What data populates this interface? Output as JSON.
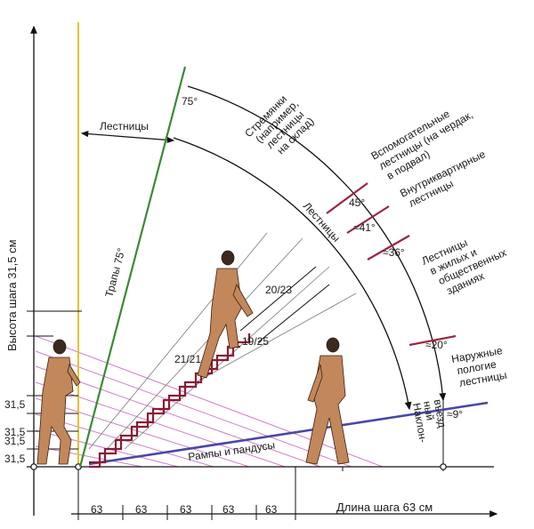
{
  "diagram": {
    "axes": {
      "y_label": "Высота шага 31,5 см",
      "x_label": "Длина шага 63 см",
      "x_ticks": [
        "63",
        "63",
        "63",
        "63",
        "63"
      ],
      "y_ticks": [
        "31,5",
        "31,5",
        "31,5",
        "31,5"
      ]
    },
    "angles": {
      "a75": "75°",
      "a45": "45°",
      "a41": "≈41°",
      "a36": "≈36°",
      "a20": "≈20°",
      "a9": "≈9°"
    },
    "ratios": {
      "r2121": "21/21",
      "r2023": "20/23",
      "r1925": "19/25"
    },
    "labels": {
      "trapy": "Трапы 75°",
      "lestnitsy_top": "Лестницы",
      "lestnitsy_arc": "Лестницы",
      "stremyanki": [
        "Стремянки",
        "(например,",
        "лестницы",
        "на склад)"
      ],
      "vspomog": [
        "Вспомогательные",
        "лестницы (на чердак,",
        "в подвал)"
      ],
      "vnutrikv": [
        "Внутриквартирные",
        "лестницы"
      ],
      "zhilye": [
        "Лестницы",
        "в  жилых  и",
        "общественных",
        "зданиях"
      ],
      "naruzhnye": [
        "Наружные",
        "пологие",
        "лестницы"
      ],
      "naklon": [
        "Наклон-",
        "ный",
        "въезд"
      ],
      "rampy": "Рампы и  пандусы"
    },
    "colors": {
      "green": "#3a8a35",
      "yellow": "#e3c232",
      "red": "#9c2540",
      "purple": "#b04aa8",
      "blue": "#4a47a6",
      "person": "#c2875a"
    }
  }
}
